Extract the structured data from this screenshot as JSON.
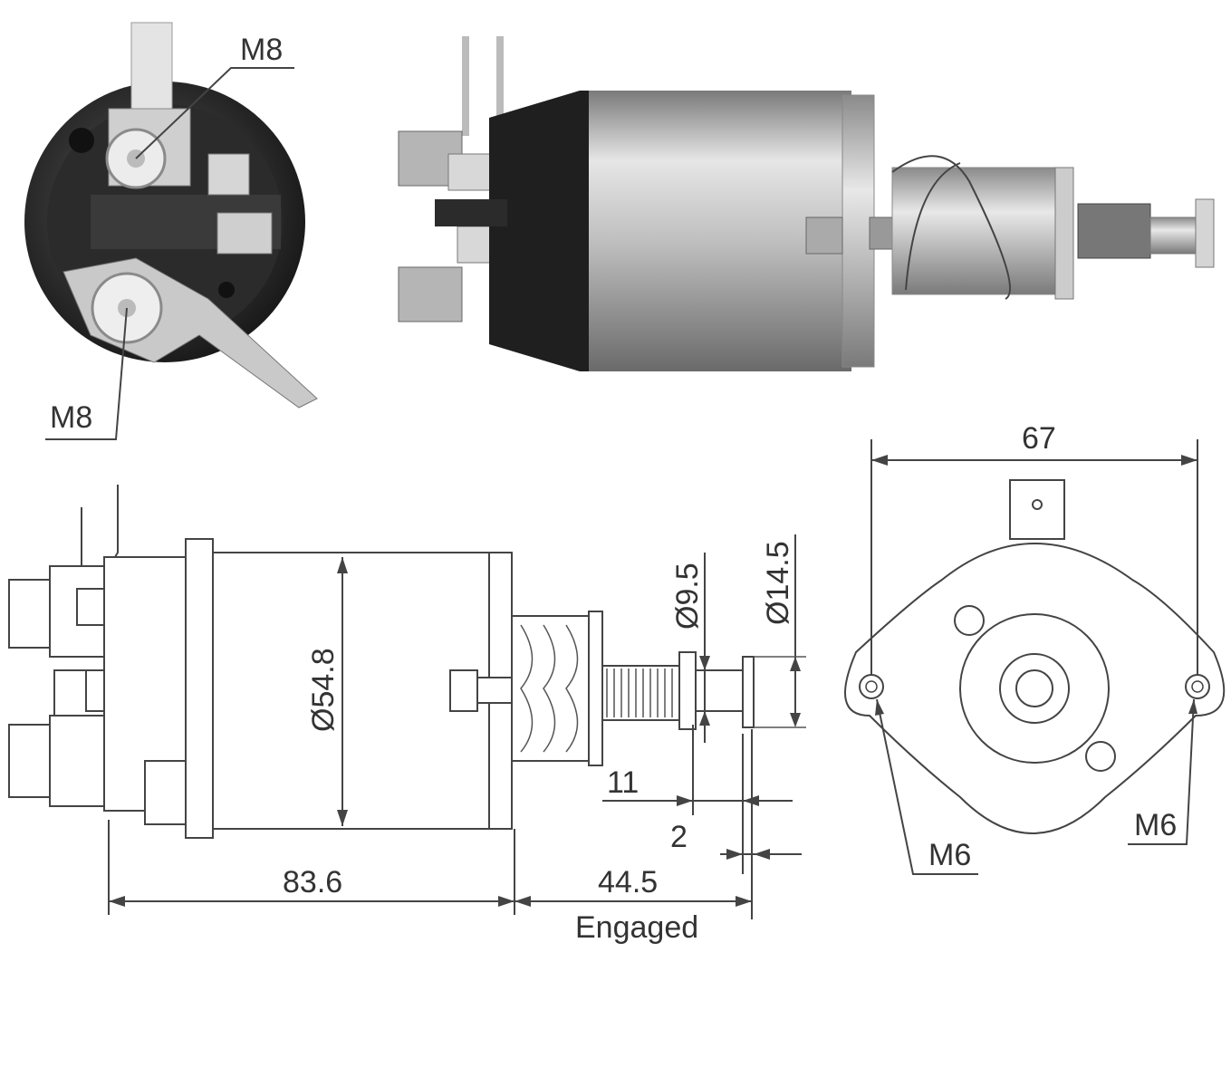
{
  "photo_labels": {
    "top_terminal": "M8",
    "bottom_terminal": "M8"
  },
  "dimensions": {
    "body_diameter": "Ø54.8",
    "body_length": "83.6",
    "plunger_length": "44.5",
    "plunger_note": "Engaged",
    "pin_diameter": "Ø9.5",
    "head_diameter": "Ø14.5",
    "offset_11": "11",
    "offset_2": "2",
    "flange_width": "67",
    "mount_left": "M6",
    "mount_right": "M6"
  },
  "colors": {
    "line": "#444444",
    "text": "#333333",
    "housing_dark": "#1f1f1f",
    "metal_light": "#d8d8d8",
    "metal_mid": "#9a9a9a"
  }
}
